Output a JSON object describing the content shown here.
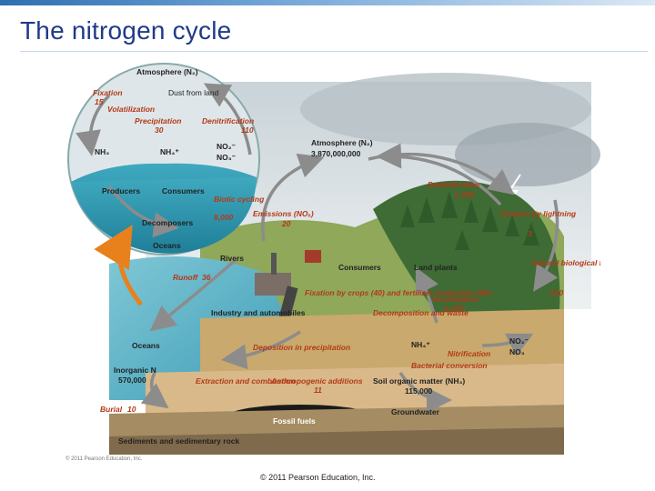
{
  "slide": {
    "title": "The nitrogen cycle",
    "footer": "© 2011 Pearson Education, Inc.",
    "figure_credit": "© 2011 Pearson Education, Inc."
  },
  "inset": {
    "atmosphere": "Atmosphere (N₂)",
    "dust": "Dust from land",
    "fixation": "Fixation",
    "fixation_val": "15",
    "volatilization": "Volatilization",
    "precipitation": "Precipitation",
    "precipitation_val": "30",
    "denitrification": "Denitrification",
    "denitrification_val": "110",
    "nh3": "NH₃",
    "nh4": "NH₄⁺",
    "no2": "NO₂⁻",
    "no3": "NO₃⁻",
    "producers": "Producers",
    "consumers": "Consumers",
    "decomposers": "Decomposers",
    "biotic": "Biotic cycling",
    "biotic_val": "8,000",
    "oceans": "Oceans"
  },
  "land": {
    "atmosphere": "Atmosphere (N₂)",
    "atmosphere_val": "3,870,000,000",
    "denitrification": "Denitrification",
    "denitrification_val": "≤ 200",
    "fixation_lightning": "Fixation by lightning",
    "fixation_lightning_val": "3",
    "natural_fixation": "Natural biological fixation",
    "natural_fixation_val": "100",
    "emissions": "Emissions (NOₓ)",
    "emissions_val": "20",
    "rivers": "Rivers",
    "runoff": "Runoff",
    "runoff_val": "36",
    "consumers": "Consumers",
    "land_plants": "Land plants",
    "fixation_crops": "Fixation by crops (40) and fertilizer production (80)",
    "assimilation": "Assimilation",
    "assimilation_val": "1,200",
    "decomposition": "Decomposition and waste",
    "industry": "Industry and automobiles",
    "oceans": "Oceans",
    "deposition": "Deposition in precipitation",
    "nh4": "NH₄⁺",
    "nitrification": "Nitrification",
    "no2": "NO₂⁻",
    "no3": "NO₃",
    "bacterial": "Bacterial conversion",
    "inorganic_n": "Inorganic N",
    "inorganic_n_val": "570,000",
    "extraction": "Extraction and combustion",
    "anthropogenic": "Anthropogenic additions",
    "anthropogenic_val": "11",
    "soil_organic": "Soil organic matter (NH₃)",
    "soil_organic_val": "115,000",
    "burial": "Burial",
    "burial_val": "10",
    "groundwater": "Groundwater",
    "fossil_fuels": "Fossil fuels",
    "sediments": "Sediments and sedimentary rock"
  },
  "colors": {
    "title": "#1f3a8a",
    "flux_red": "#b33a16",
    "arrow_gray": "#8c8c8c",
    "ocean": "#4fb0c6",
    "orange_arrow": "#e8811c"
  }
}
